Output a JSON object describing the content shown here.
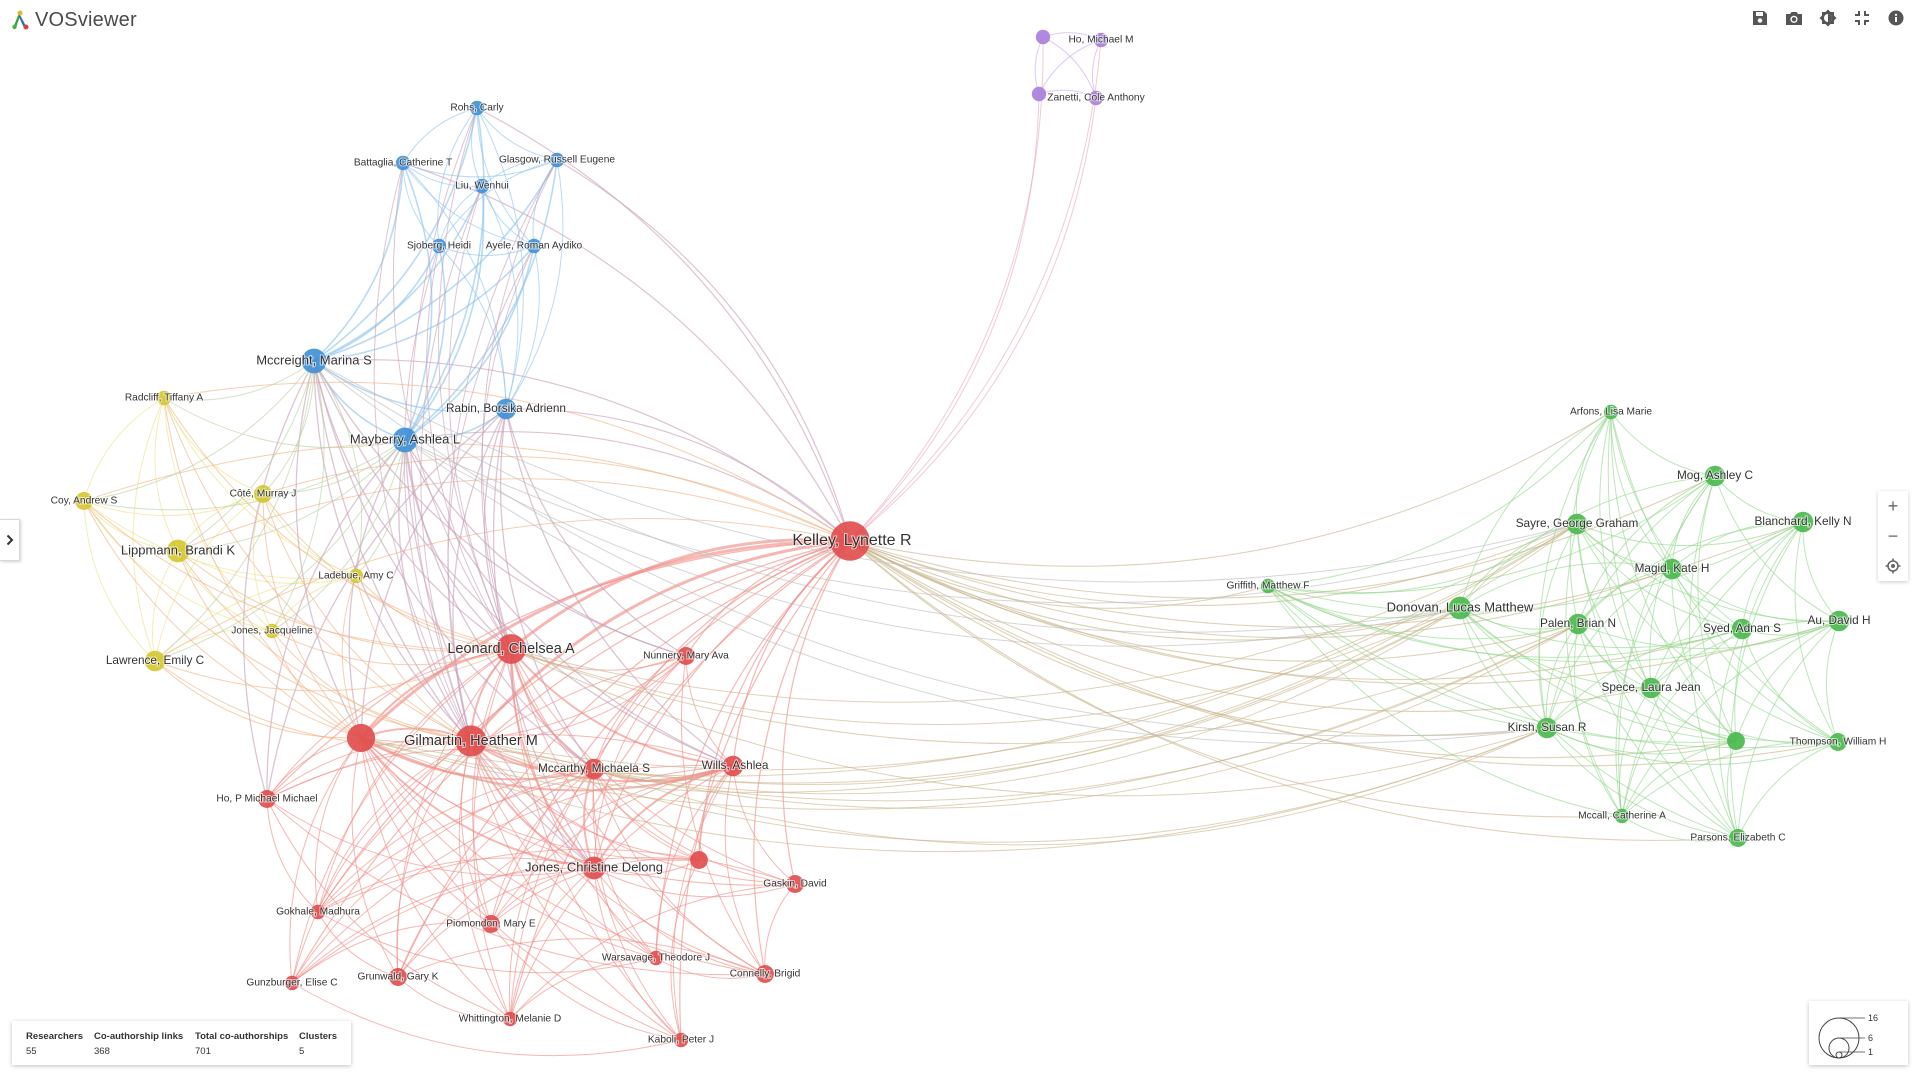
{
  "app": {
    "title": "VOSviewer"
  },
  "toolbar": {
    "save_icon": "save-icon",
    "screenshot_icon": "camera-icon",
    "theme_icon": "brightness-icon",
    "fullscreen_icon": "fullscreen-exit-icon",
    "info_icon": "info-icon"
  },
  "zoom": {
    "in_label": "+",
    "out_label": "−"
  },
  "colors": {
    "red": "#e04b4b",
    "blue": "#3d8fd6",
    "yellow": "#d4c72c",
    "green": "#47b84a",
    "purple": "#a77ddb",
    "red_link": "#f08a84",
    "blue_link": "#8ec3ef",
    "yellow_link": "#ece08a",
    "green_link": "#93d68d",
    "purple_link": "#c9a8ef"
  },
  "stats": [
    {
      "label": "Researchers",
      "value": "55"
    },
    {
      "label": "Co-authorship links",
      "value": "368"
    },
    {
      "label": "Total co-authorships",
      "value": "701"
    },
    {
      "label": "Clusters",
      "value": "5"
    }
  ],
  "size_legend": {
    "values": [
      "16",
      "6",
      "1"
    ]
  },
  "network": {
    "nodes": [
      {
        "id": "kelley",
        "label": "Kelley, Lynette R",
        "cluster": "red",
        "weight": 16
      },
      {
        "id": "leonard",
        "label": "Leonard, Chelsea A",
        "cluster": "red",
        "weight": 8
      },
      {
        "id": "gilmartin",
        "label": "Gilmartin, Heather M",
        "cluster": "red",
        "weight": 9
      },
      {
        "id": "redhub",
        "label": "",
        "cluster": "red",
        "weight": 7
      },
      {
        "id": "nunnery",
        "label": "Nunnery, Mary Ava",
        "cluster": "red",
        "weight": 2
      },
      {
        "id": "mccarthy",
        "label": "Mccarthy, Michaela S",
        "cluster": "red",
        "weight": 3
      },
      {
        "id": "wills",
        "label": "Wills, Ashlea",
        "cluster": "red",
        "weight": 3
      },
      {
        "id": "hop",
        "label": "Ho, P Michael Michael",
        "cluster": "red",
        "weight": 2
      },
      {
        "id": "jonesc",
        "label": "Jones, Christine Delong",
        "cluster": "red",
        "weight": 4
      },
      {
        "id": "redunl",
        "label": "",
        "cluster": "red",
        "weight": 2
      },
      {
        "id": "gaskin",
        "label": "Gaskin, David",
        "cluster": "red",
        "weight": 2
      },
      {
        "id": "gokhale",
        "label": "Gokhale, Madhura",
        "cluster": "red",
        "weight": 1
      },
      {
        "id": "piomondon",
        "label": "Piomondon, Mary E",
        "cluster": "red",
        "weight": 2
      },
      {
        "id": "warsavage",
        "label": "Warsavage, Theodore J",
        "cluster": "red",
        "weight": 1
      },
      {
        "id": "connelly",
        "label": "Connelly, Brigid",
        "cluster": "red",
        "weight": 2
      },
      {
        "id": "gunzburger",
        "label": "Gunzburger, Elise C",
        "cluster": "red",
        "weight": 1
      },
      {
        "id": "grunwald",
        "label": "Grunwald, Gary K",
        "cluster": "red",
        "weight": 2
      },
      {
        "id": "whittington",
        "label": "Whittington, Melanie D",
        "cluster": "red",
        "weight": 1
      },
      {
        "id": "kaboli",
        "label": "Kaboli, Peter J",
        "cluster": "red",
        "weight": 1
      },
      {
        "id": "mccreight",
        "label": "Mccreight, Marina S",
        "cluster": "blue",
        "weight": 5
      },
      {
        "id": "mayberry",
        "label": "Mayberry, Ashlea L",
        "cluster": "blue",
        "weight": 5
      },
      {
        "id": "rabin",
        "label": "Rabin, Borsika Adrienn",
        "cluster": "blue",
        "weight": 3
      },
      {
        "id": "rohs",
        "label": "Rohs, Carly",
        "cluster": "blue",
        "weight": 1
      },
      {
        "id": "battaglia",
        "label": "Battaglia, Catherine T",
        "cluster": "blue",
        "weight": 1
      },
      {
        "id": "glasgow",
        "label": "Glasgow, Russell Eugene",
        "cluster": "blue",
        "weight": 1
      },
      {
        "id": "liu",
        "label": "Liu, Wenhui",
        "cluster": "blue",
        "weight": 1
      },
      {
        "id": "sjoberg",
        "label": "Sjoberg, Heidi",
        "cluster": "blue",
        "weight": 1
      },
      {
        "id": "ayele",
        "label": "Ayele, Roman Aydiko",
        "cluster": "blue",
        "weight": 1
      },
      {
        "id": "radcliff",
        "label": "Radcliff, Tiffany A",
        "cluster": "yellow",
        "weight": 1
      },
      {
        "id": "coy",
        "label": "Coy, Andrew S",
        "cluster": "yellow",
        "weight": 2
      },
      {
        "id": "cote",
        "label": "Côté, Murray J",
        "cluster": "yellow",
        "weight": 2
      },
      {
        "id": "lippmann",
        "label": "Lippmann, Brandi K",
        "cluster": "yellow",
        "weight": 4
      },
      {
        "id": "ladebue",
        "label": "Ladebue, Amy C",
        "cluster": "yellow",
        "weight": 1
      },
      {
        "id": "jonesj",
        "label": "Jones, Jacqueline",
        "cluster": "yellow",
        "weight": 1
      },
      {
        "id": "lawrence",
        "label": "Lawrence, Emily C",
        "cluster": "yellow",
        "weight": 3
      },
      {
        "id": "ho",
        "label": "Ho, Michael M",
        "cluster": "purple",
        "weight": 1
      },
      {
        "id": "zanetti",
        "label": "Zanetti, Cole Anthony",
        "cluster": "purple",
        "weight": 1
      },
      {
        "id": "purple1",
        "label": "",
        "cluster": "purple",
        "weight": 1
      },
      {
        "id": "purple2",
        "label": "",
        "cluster": "purple",
        "weight": 1
      },
      {
        "id": "griffith",
        "label": "Griffith, Matthew F",
        "cluster": "green",
        "weight": 1
      },
      {
        "id": "arfons",
        "label": "Arfons, Lisa Marie",
        "cluster": "green",
        "weight": 1
      },
      {
        "id": "mog",
        "label": "Mog, Ashley C",
        "cluster": "green",
        "weight": 3
      },
      {
        "id": "sayre",
        "label": "Sayre, George Graham",
        "cluster": "green",
        "weight": 3
      },
      {
        "id": "blanchard",
        "label": "Blanchard, Kelly N",
        "cluster": "green",
        "weight": 3
      },
      {
        "id": "magid",
        "label": "Magid, Kate H",
        "cluster": "green",
        "weight": 3
      },
      {
        "id": "donovan",
        "label": "Donovan, Lucas Matthew",
        "cluster": "green",
        "weight": 4
      },
      {
        "id": "palen",
        "label": "Palen, Brian N",
        "cluster": "green",
        "weight": 3
      },
      {
        "id": "syed",
        "label": "Syed, Adnan S",
        "cluster": "green",
        "weight": 3
      },
      {
        "id": "au",
        "label": "Au, David H",
        "cluster": "green",
        "weight": 3
      },
      {
        "id": "spece",
        "label": "Spece, Laura Jean",
        "cluster": "green",
        "weight": 3
      },
      {
        "id": "kirsh",
        "label": "Kirsh, Susan R",
        "cluster": "green",
        "weight": 3
      },
      {
        "id": "greenunl",
        "label": "",
        "cluster": "green",
        "weight": 2
      },
      {
        "id": "thompson",
        "label": "Thompson, William H",
        "cluster": "green",
        "weight": 2
      },
      {
        "id": "mccall",
        "label": "Mccall, Catherine A",
        "cluster": "green",
        "weight": 1
      },
      {
        "id": "parsons",
        "label": "Parsons, Elizabeth C",
        "cluster": "green",
        "weight": 2
      }
    ]
  }
}
